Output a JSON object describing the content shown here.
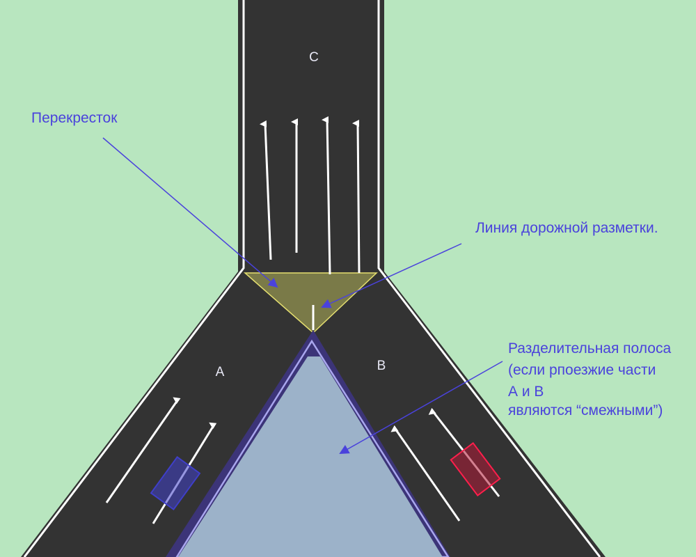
{
  "roads": {
    "a_label": "A",
    "b_label": "B",
    "c_label": "C"
  },
  "callouts": {
    "intersection": "Перекресток",
    "marking_line": "Линия дорожной разметки.",
    "divider_lines": [
      "Разделительная полоса",
      "(если рпоезжие части",
      "А и В",
      "являются “смежными”)"
    ]
  },
  "colors": {
    "background": "#b8e6bf",
    "asphalt": "#333333",
    "road_edge_line": "#ffffff",
    "intersection_fill": "#7a7a48",
    "intersection_outline": "#e6e070",
    "divider_fill": "#9cb2c9",
    "divider_border": "#3c3478",
    "divider_inner_border": "#a9a6ee",
    "callout_text": "#4a42dc",
    "car_blue": "#3f3fc8",
    "car_red": "#b01a36"
  },
  "icons": {
    "car_left": "car-icon",
    "car_right": "car-icon",
    "arrows": "arrow-up-icon"
  }
}
